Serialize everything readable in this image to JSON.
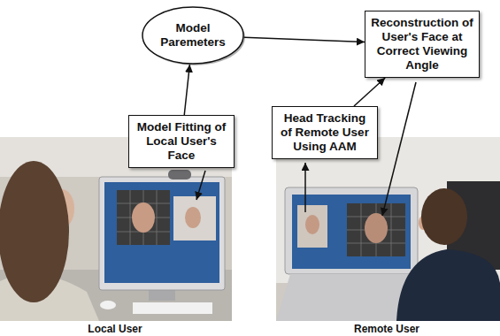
{
  "diagram": {
    "nodes": [
      {
        "text": [
          "Model Paremeters"
        ]
      },
      {
        "text": [
          "Reconstruction of User's Face at Correct Viewing Angle"
        ]
      },
      {
        "text": [
          "Model Fitting of Local User's Face"
        ]
      },
      {
        "text": [
          "Head Tracking of Remote User Using AAM"
        ]
      }
    ],
    "edges": [
      {
        "from": 2,
        "to": 0,
        "arrow": "to"
      },
      {
        "from": 0,
        "to": 1,
        "arrow": "to"
      },
      {
        "from": 3,
        "to": 1,
        "arrow": "to"
      }
    ],
    "labels": [
      "Local User",
      "Remote User"
    ]
  }
}
